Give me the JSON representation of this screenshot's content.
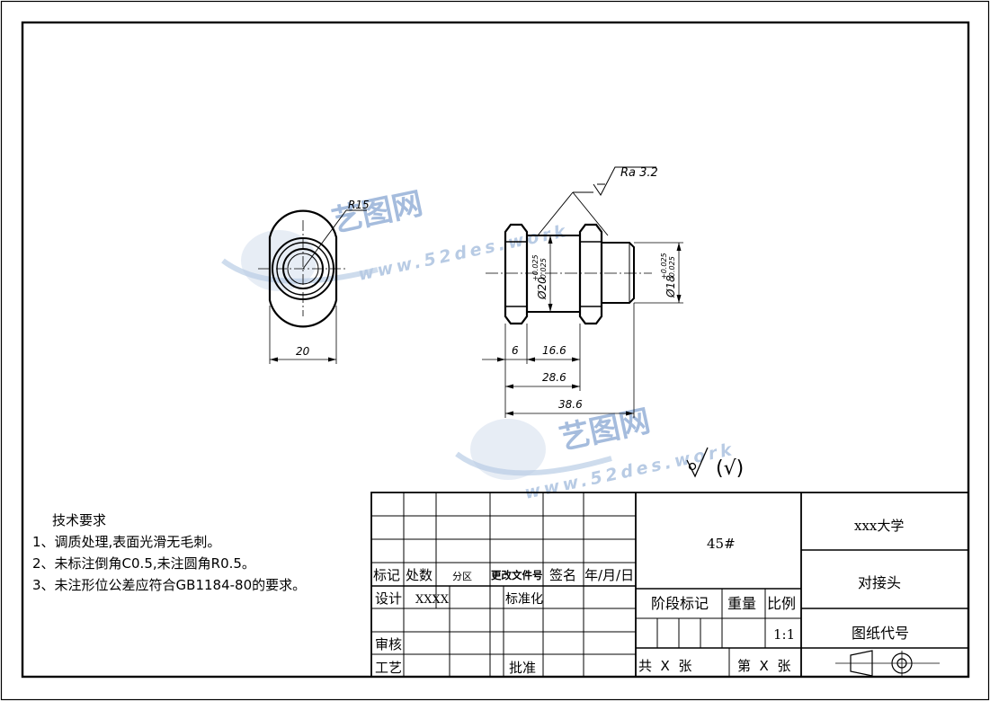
{
  "drawing": {
    "left_view": {
      "radius_label": "R15",
      "width_label": "20"
    },
    "front_view": {
      "roughness_label": "Ra 3.2",
      "dia_large": {
        "base": "Ø20",
        "upper": "+0.025",
        "lower": "-0.025"
      },
      "dia_small": {
        "base": "Ø18",
        "upper": "+0.025",
        "lower": "-0.025"
      },
      "dims": {
        "d1": "6",
        "d2": "16.6",
        "d3": "28.6",
        "d4": "38.6"
      }
    },
    "general_roughness_note": "(√)"
  },
  "watermark": {
    "cn": "艺图网",
    "url": "www.52des.work"
  },
  "tech_requirements": {
    "title": "技术要求",
    "items": [
      "1、调质处理,表面光滑无毛刺。",
      "2、未标注倒角C0.5,未注圆角R0.5。",
      "3、未注形位公差应符合GB1184-80的要求。"
    ]
  },
  "title_block": {
    "rev_headers": {
      "mark": "标记",
      "count": "处数",
      "zone": "分区",
      "doc": "更改文件号",
      "sign": "签名",
      "date": "年/月/日"
    },
    "design": "设计",
    "designer": "XXXX",
    "standardize": "标准化",
    "review": "审核",
    "process": "工艺",
    "approve": "批准",
    "material": "45#",
    "stage_mark": "阶段标记",
    "weight": "重量",
    "scale_label": "比例",
    "scale": "1:1",
    "sheets_total": "共  X  张",
    "sheet_no": "第  X  张",
    "school": "xxx大学",
    "part_name": "对接头",
    "drawing_code": "图纸代号"
  }
}
